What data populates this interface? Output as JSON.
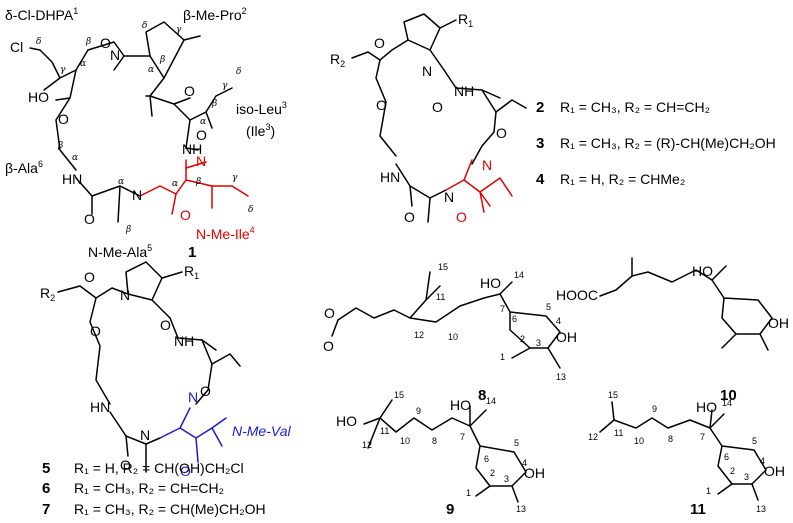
{
  "compound1": {
    "res1": "δ-Cl-DHPA",
    "res1_sup": "1",
    "res2": "β-Me-Pro",
    "res2_sup": "2",
    "res3": "iso-Leu",
    "res3_sup": "3",
    "res3_alt": "(Ile",
    "res3_alt_sup": "3",
    "res3_alt_close": ")",
    "res4": "N-Me-Ile",
    "res4_sup": "4",
    "res5": "N-Me-Ala",
    "res5_sup": "5",
    "res6": "β-Ala",
    "res6_sup": "6",
    "number": "1",
    "cl": "Cl",
    "ho": "HO"
  },
  "greek": {
    "alpha": "α",
    "beta": "β",
    "gamma": "γ",
    "delta": "δ"
  },
  "atoms": {
    "O": "O",
    "N": "N",
    "HN": "HN",
    "NH": "NH",
    "OH": "OH",
    "HO": "HO",
    "HOOC": "HOOC",
    "R1": "R",
    "R1_sub": "1",
    "R2": "R",
    "R2_sub": "2"
  },
  "subst_top": [
    {
      "num": "2",
      "text": "R₁ = CH₃, R₂ = CH=CH₂"
    },
    {
      "num": "3",
      "text": "R₁ = CH₃, R₂ = (R)-CH(Me)CH₂OH"
    },
    {
      "num": "4",
      "text": "R₁ = H,     R₂ = CHMe₂"
    }
  ],
  "subst_bottom": [
    {
      "num": "5",
      "text": "R₁ = H,     R₂ = CH(OH)CH₂Cl"
    },
    {
      "num": "6",
      "text": "R₁ = CH₃, R₂ = CH=CH₂"
    },
    {
      "num": "7",
      "text": "R₁ = CH₃, R₂ = CH(Me)CH₂OH"
    }
  ],
  "nmeval_label": "N-Me-Val",
  "compound_numbers": {
    "c8": "8",
    "c9": "9",
    "c10": "10",
    "c11": "11"
  },
  "locants8": [
    "15",
    "14",
    "11",
    "12",
    "10",
    "7",
    "6",
    "5",
    "4",
    "3",
    "2",
    "1",
    "13"
  ],
  "locants9": [
    "15",
    "14",
    "11",
    "12",
    "10",
    "9",
    "8",
    "7",
    "6",
    "5",
    "4",
    "3",
    "2",
    "1",
    "13"
  ],
  "locants11": [
    "15",
    "14",
    "11",
    "12",
    "10",
    "9",
    "8",
    "7",
    "6",
    "5",
    "4",
    "3",
    "2",
    "1",
    "13"
  ],
  "colors": {
    "highlight_red": "#e00000",
    "highlight_blue": "#1a1ad6"
  }
}
